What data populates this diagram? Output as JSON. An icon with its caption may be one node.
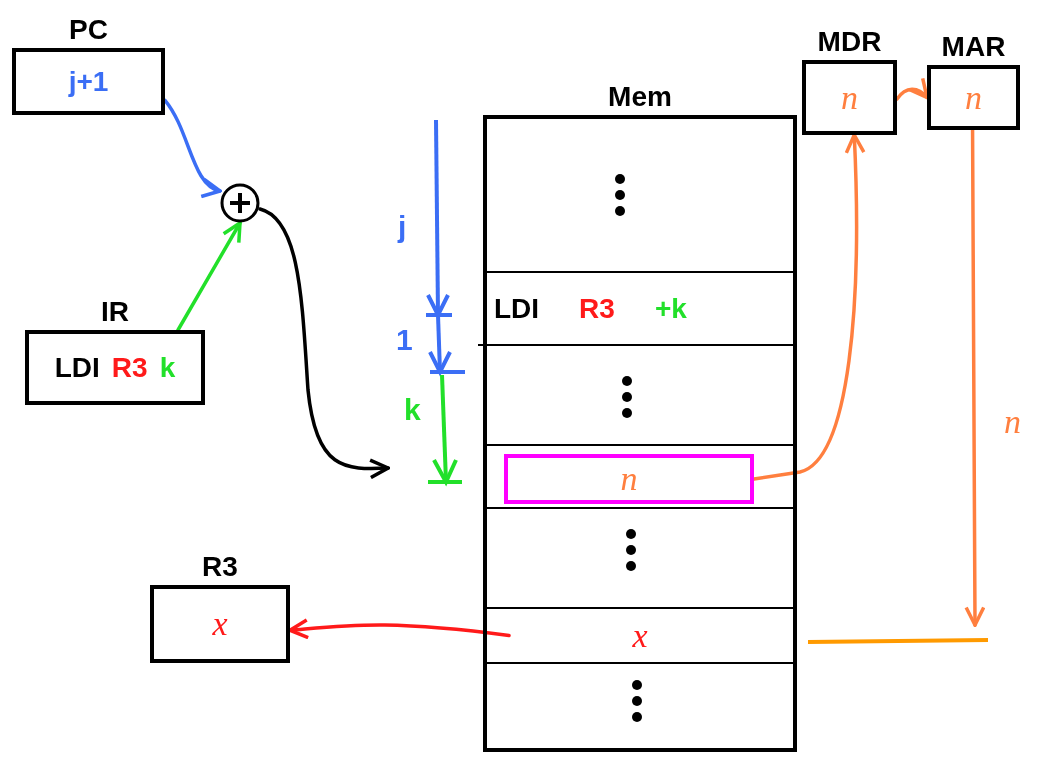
{
  "diagram": {
    "nodes": [
      {
        "text": [
          "PC",
          "j+1"
        ]
      },
      {
        "text": [],
        "shape": "circle"
      },
      {
        "text": [
          "IR",
          "LDI",
          "R3",
          "k"
        ]
      },
      {
        "text": [
          "Mem"
        ]
      },
      {
        "text": [
          "LDI",
          "R3",
          "+k"
        ],
        "in": 3
      },
      {
        "text": [
          "n"
        ],
        "in": 3
      },
      {
        "text": [
          "x"
        ],
        "in": 3
      },
      {
        "text": [
          "MDR",
          "n"
        ]
      },
      {
        "text": [
          "MAR",
          "n"
        ]
      },
      {
        "text": [
          "R3",
          "x"
        ]
      }
    ],
    "edges": [
      {
        "from": 0,
        "to": 1,
        "arrow": "to",
        "color": "#3b6ef5"
      },
      {
        "from": 2,
        "to": 1,
        "arrow": "to",
        "color": "#22e02a"
      },
      {
        "from": 1,
        "to": null,
        "arrow": "to",
        "color": "#000000"
      },
      {
        "from": 5,
        "to": 7,
        "arrow": "to"
      },
      {
        "from": 7,
        "to": 8,
        "arrow": "to"
      },
      {
        "from": 8,
        "to": null,
        "arrow": "to",
        "label": "n"
      },
      {
        "from": 6,
        "to": 9,
        "arrow": "to",
        "color": "#ff1a1a"
      }
    ],
    "labels": [
      "j",
      "1",
      "k"
    ]
  }
}
